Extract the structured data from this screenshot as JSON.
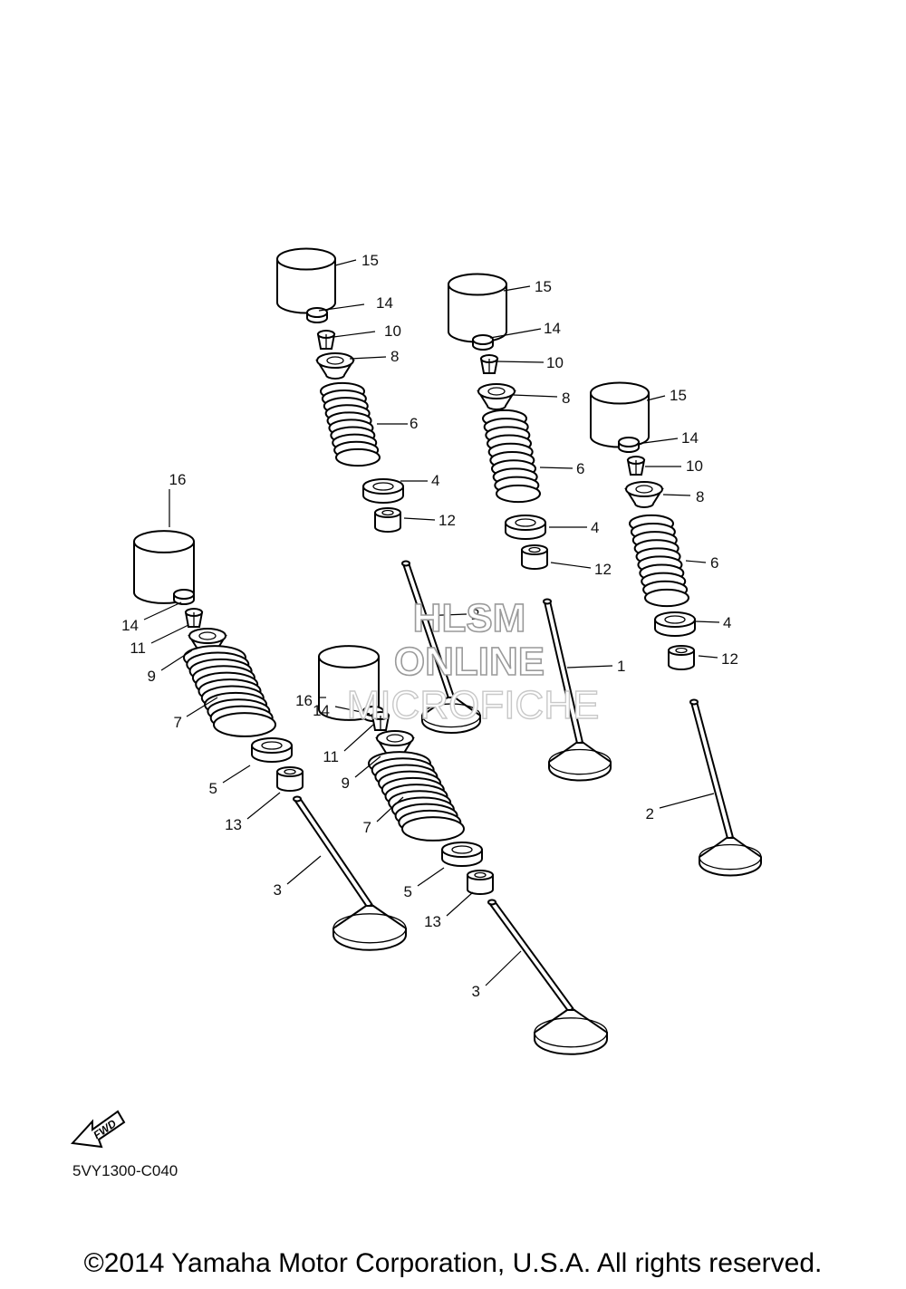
{
  "diagram": {
    "code": "5VY1300-C040",
    "copyright": "©2014 Yamaha Motor Corporation, U.S.A. All rights reserved.",
    "watermark": [
      "HLSM",
      "ONLINE",
      "MICROFICHE"
    ],
    "fwd_label": "FWD",
    "callouts": [
      {
        "n": "15"
      },
      {
        "n": "14"
      },
      {
        "n": "10"
      },
      {
        "n": "8"
      },
      {
        "n": "6"
      },
      {
        "n": "4"
      },
      {
        "n": "12"
      },
      {
        "n": "15"
      },
      {
        "n": "14"
      },
      {
        "n": "10"
      },
      {
        "n": "8"
      },
      {
        "n": "6"
      },
      {
        "n": "4"
      },
      {
        "n": "12"
      },
      {
        "n": "15"
      },
      {
        "n": "14"
      },
      {
        "n": "10"
      },
      {
        "n": "8"
      },
      {
        "n": "6"
      },
      {
        "n": "4"
      },
      {
        "n": "12"
      },
      {
        "n": "16"
      },
      {
        "n": "14"
      },
      {
        "n": "11"
      },
      {
        "n": "9"
      },
      {
        "n": "7"
      },
      {
        "n": "5"
      },
      {
        "n": "13"
      },
      {
        "n": "3"
      },
      {
        "n": "16"
      },
      {
        "n": "14"
      },
      {
        "n": "11"
      },
      {
        "n": "9"
      },
      {
        "n": "7"
      },
      {
        "n": "5"
      },
      {
        "n": "13"
      },
      {
        "n": "3"
      },
      {
        "n": "2"
      },
      {
        "n": "1"
      },
      {
        "n": "2"
      }
    ]
  }
}
